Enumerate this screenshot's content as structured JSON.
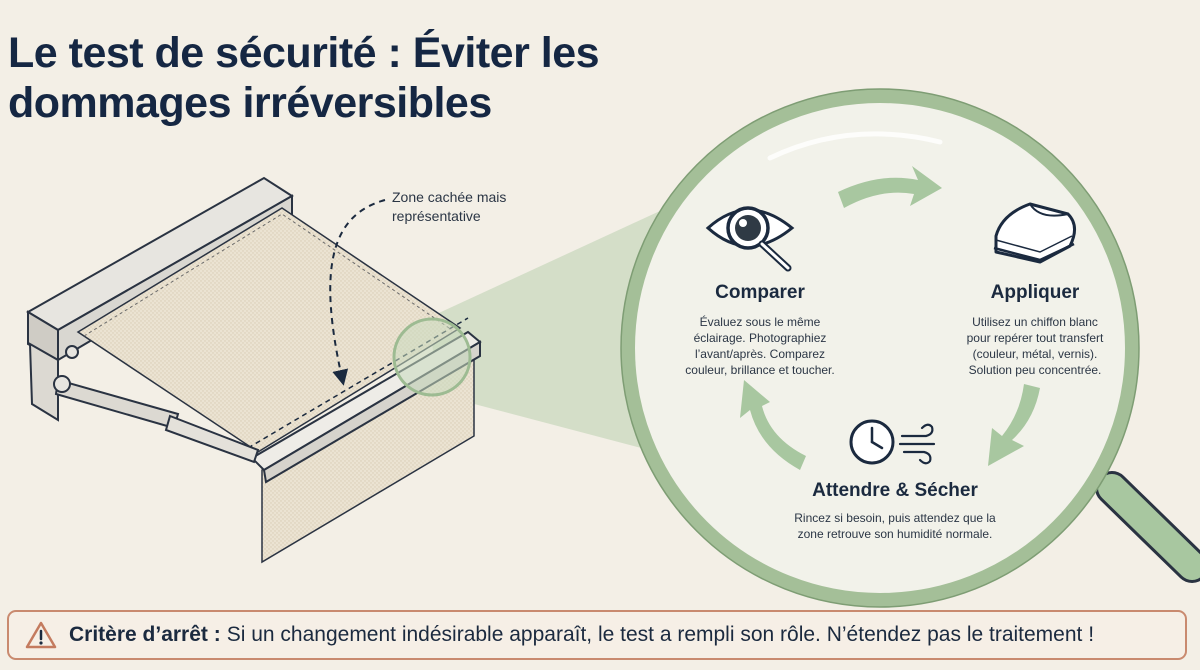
{
  "title": {
    "line1": "Le test de sécurité : Éviter les",
    "line2": "dommages irréversibles"
  },
  "illustration": {
    "callout_line1": "Zone cachée mais",
    "callout_line2": "représentative"
  },
  "steps": {
    "compare": {
      "title": "Comparer",
      "line1": "Évaluez sous le même",
      "line2": "éclairage. Photographiez",
      "line3": "l’avant/après. Comparez",
      "line4": "couleur, brillance et toucher.",
      "icon": "eye-magnifier-icon"
    },
    "apply": {
      "title": "Appliquer",
      "line1": "Utilisez un chiffon blanc",
      "line2": "pour repérer tout transfert",
      "line3": "(couleur, métal, vernis).",
      "line4": "Solution peu concentrée.",
      "icon": "folded-cloth-icon"
    },
    "wait": {
      "title": "Attendre & Sécher",
      "line1": "Rincez si besoin, puis attendez que la",
      "line2": "zone retrouve son humidité normale.",
      "icon": "clock-wind-icon"
    }
  },
  "banner": {
    "label": "Critère d’arrêt :",
    "text": "Si un changement indésirable apparaît, le test a rempli son rôle. N’étendez pas le traitement !",
    "icon": "warning-icon"
  },
  "colors": {
    "background": "#f3efe6",
    "title": "#152743",
    "lens_ring": "#9dbb92",
    "lens_fill": "#f1f1e9",
    "arrows": "#a8c7a0",
    "banner_border": "#c98a6f"
  }
}
